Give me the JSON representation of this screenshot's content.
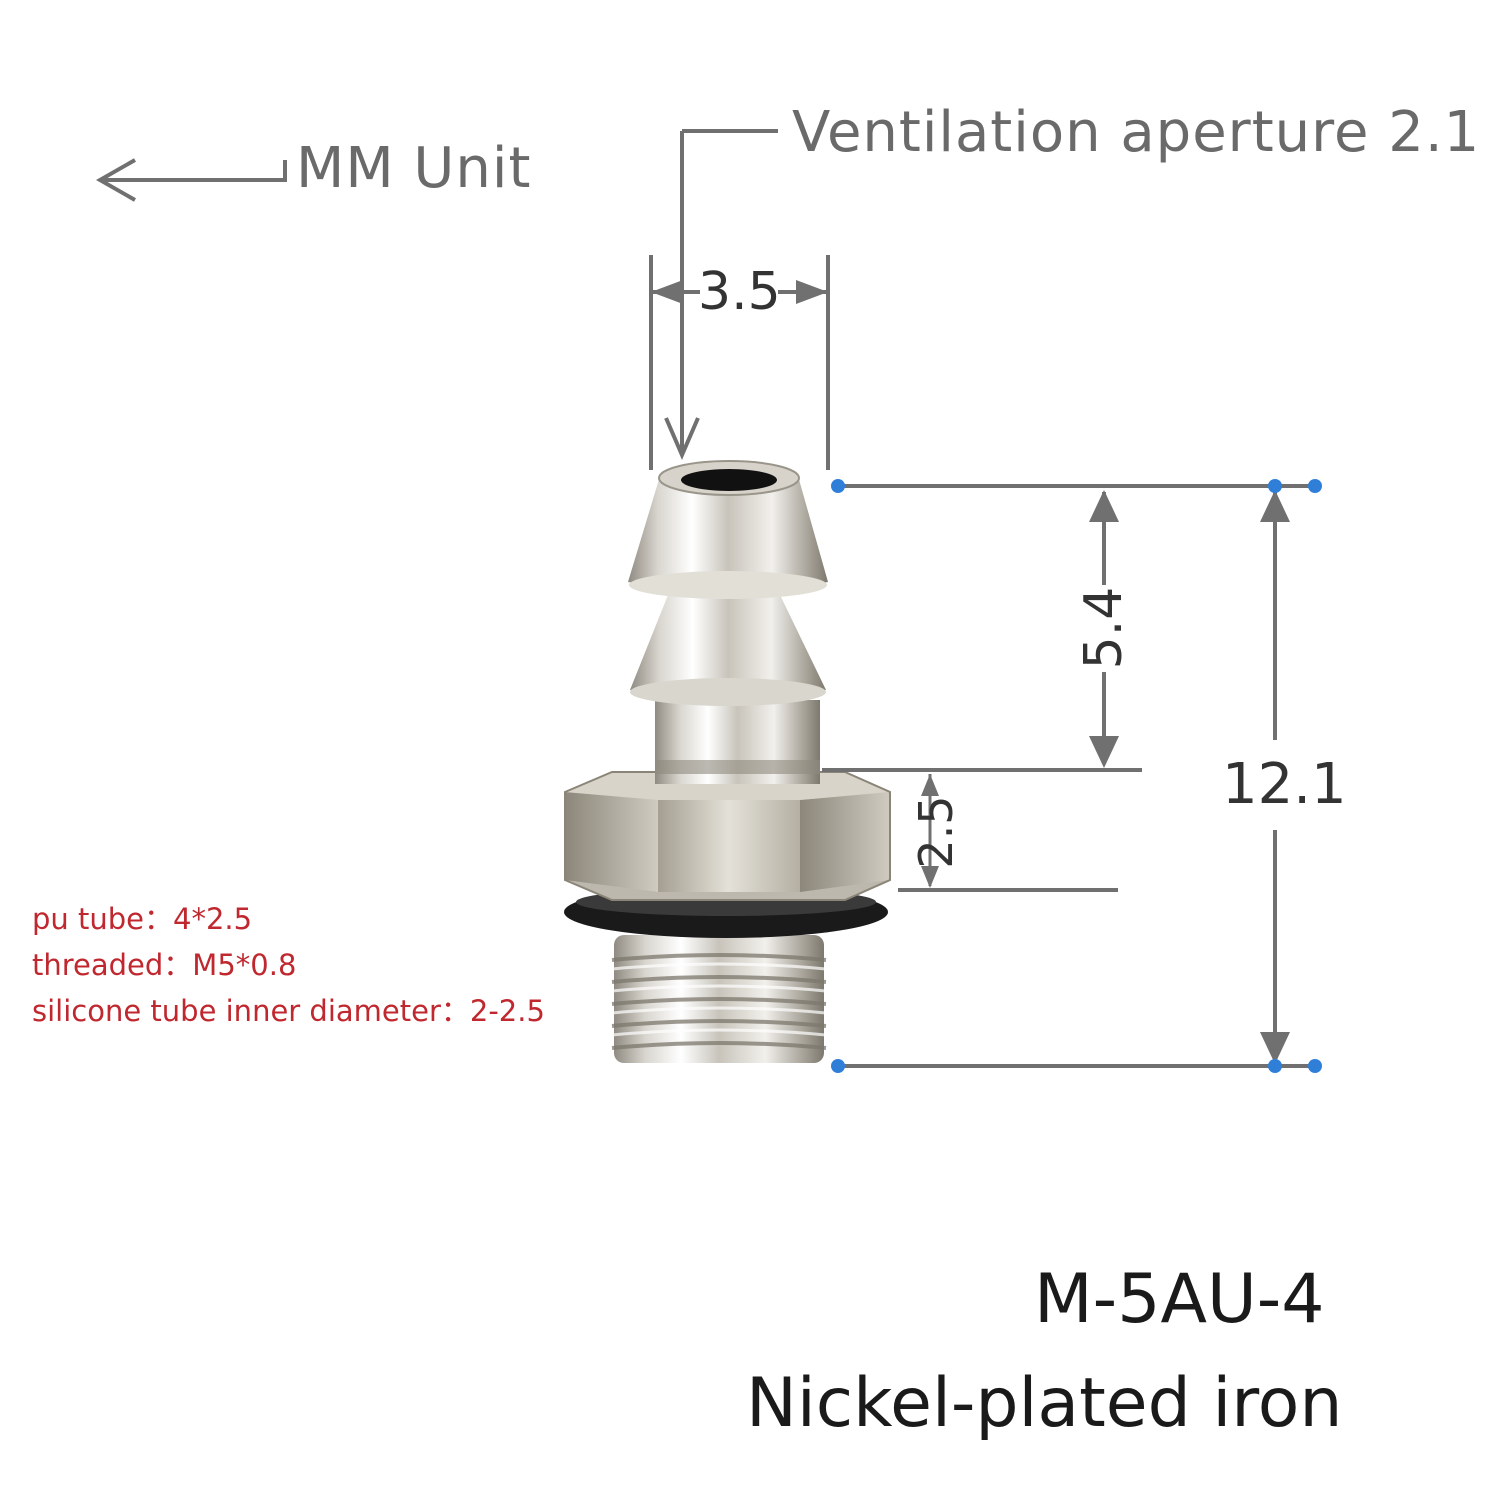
{
  "labels": {
    "unit": "MM Unit",
    "ventilation": "Ventilation aperture 2.1"
  },
  "dimensions": {
    "top_width": "3.5",
    "barb_height": "5.4",
    "hex_height": "2.5",
    "total_height": "12.1"
  },
  "specs": [
    "pu tube：4*2.5",
    "threaded：M5*0.8",
    "silicone tube inner diameter：2-2.5"
  ],
  "product": {
    "model": "M-5AU-4",
    "material": "Nickel-plated iron"
  },
  "colors": {
    "dimension_line": "#707070",
    "spec_text": "#c0282f",
    "marker_dot": "#2f7fd8",
    "metal": "#c9c6be"
  }
}
